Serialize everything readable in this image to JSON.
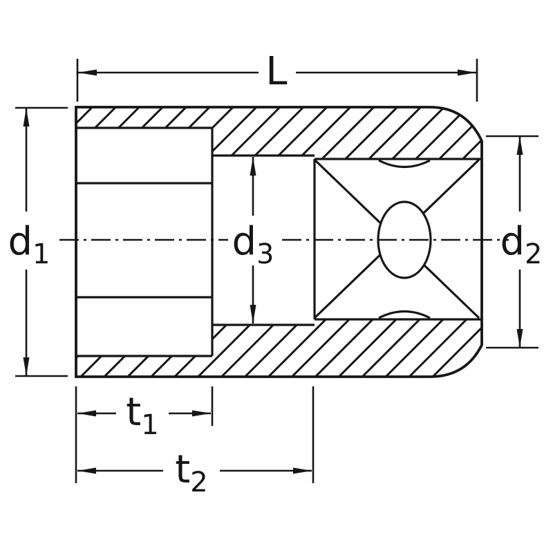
{
  "colors": {
    "line": "#161616",
    "background": "#ffffff"
  },
  "labels": {
    "length": {
      "base": "L",
      "sub": ""
    },
    "d1": {
      "base": "d",
      "sub": "1"
    },
    "d2": {
      "base": "d",
      "sub": "2"
    },
    "d3": {
      "base": "d",
      "sub": "3"
    },
    "t1": {
      "base": "t",
      "sub": "1"
    },
    "t2": {
      "base": "t",
      "sub": "2"
    }
  }
}
